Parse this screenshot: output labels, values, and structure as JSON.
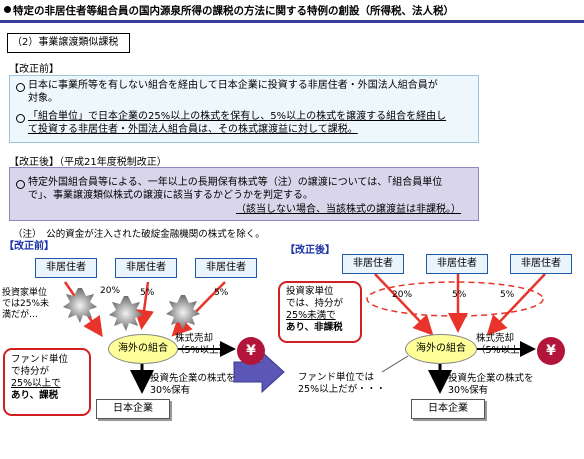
{
  "title": "特定の非居住者等組合員の国内源泉所得の課税の方法に関する特例の創設（所得税、法人税）",
  "section": "（2）事業譲渡類似課税",
  "before": {
    "heading": "【改正前】",
    "items": [
      "日本に事業所等を有しない組合を経由して日本企業に投資する非居住者・外国法人組合員が",
      "対象。",
      "「組合単位」で日本企業の25%以上の株式を保有し、5%以上の株式を譲渡する組合を経由し",
      "て投資する非居住者・外国法人組合員は、その株式譲渡益に対して課税。"
    ]
  },
  "after": {
    "heading": "【改正後】（平成21年度税制改正）",
    "lines": [
      "特定外国組合員等による、一年以上の長期保有株式等（注）の譲渡については、「組合員単位",
      "で」、事業譲渡類似株式の譲渡に該当するかどうかを判定する。",
      "（該当しない場合、当該株式の譲渡益は非課税。）"
    ]
  },
  "note": "（注）　公的資金が注入された破綻金融機関の株式を除く。",
  "diagram_left": {
    "tag": "【改正前】",
    "nonresidents": [
      "非居住者",
      "非居住者",
      "非居住者"
    ],
    "pcts": [
      "20%",
      "5%",
      "5%"
    ],
    "investor_note": [
      "投資家単位",
      "では25%未",
      "満だが…"
    ],
    "fund_box": [
      "ファンド単位",
      "で持分が",
      "25%以上で",
      "あり、課税"
    ],
    "union": "海外の組合",
    "sale": [
      "株式売却",
      "（5%以上）"
    ],
    "holding": [
      "投資先企業の株式を",
      "30%保有"
    ],
    "company": "日本企業",
    "yen": "¥"
  },
  "diagram_right": {
    "tag": "【改正後】",
    "nonresidents": [
      "非居住者",
      "非居住者",
      "非居住者"
    ],
    "pcts": [
      "20%",
      "5%",
      "5%"
    ],
    "investor_box": [
      "投資家単位",
      "では、持分が",
      "25%未満で",
      "あり、非課税"
    ],
    "fund_note": [
      "ファンド単位では",
      "25%以上だが・・・"
    ],
    "union": "海外の組合",
    "sale": [
      "株式売却",
      "（5%以上）"
    ],
    "holding": [
      "投資先企業の株式を",
      "30%保有"
    ],
    "company": "日本企業",
    "yen": "¥"
  },
  "colors": {
    "accent_blue": "#1d33a8",
    "alert_red": "#d21f1f",
    "union_yellow": "#ffff99",
    "yen_red": "#b3143a"
  }
}
